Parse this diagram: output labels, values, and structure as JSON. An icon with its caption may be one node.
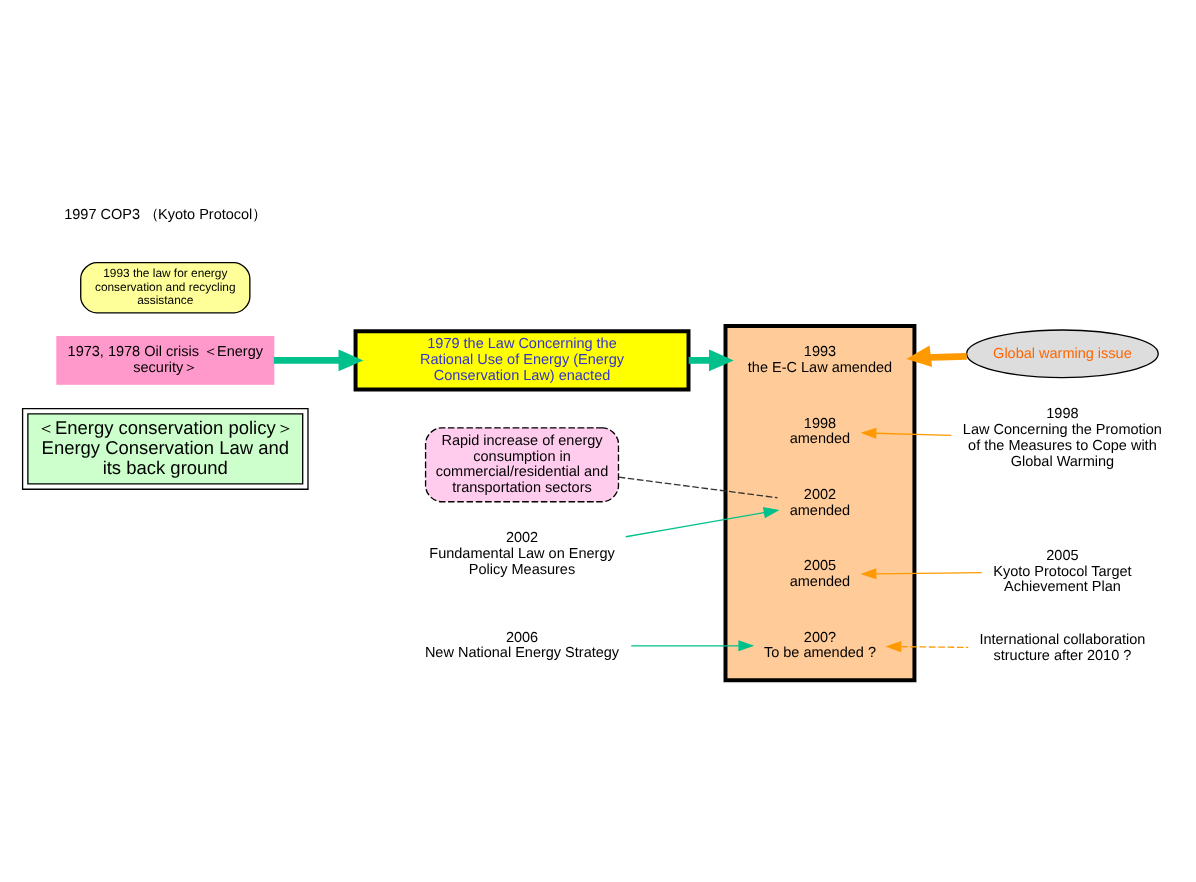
{
  "diagram": {
    "nodes": [
      {
        "text": [
          "＜Energy conservation policy＞",
          "Energy Conservation Law and its back ground"
        ]
      },
      {
        "text": [
          "1973, 1978 Oil crisis ＜Energy security＞"
        ]
      },
      {
        "text": [
          "1979 the Law Concerning the Rational Use of Energy (Energy Conservation Law) enacted"
        ]
      },
      {
        "text": [
          "Global warming issue"
        ]
      },
      {
        "text": [
          "1993 the law for energy conservation and recycling assistance"
        ]
      },
      {
        "text": [],
        "shape": "box"
      },
      {
        "text": [
          "1993",
          "the E-C Law amended"
        ],
        "in": 5
      },
      {
        "text": [
          "1998",
          "amended"
        ],
        "in": 5
      },
      {
        "text": [
          "2002",
          "amended"
        ],
        "in": 5
      },
      {
        "text": [
          "2005",
          "amended"
        ],
        "in": 5
      },
      {
        "text": [
          "200?",
          "To be amended ?"
        ],
        "in": 5
      },
      {
        "text": [
          "Rapid increase of energy consumption in commercial/residential and transportation sectors"
        ]
      },
      {
        "text": [
          "1998",
          "Law Concerning the Promotion of the Measures to Cope with Global Warming"
        ]
      },
      {
        "text": [
          "2002",
          "Fundamental Law on Energy Policy Measures"
        ]
      },
      {
        "text": [
          "2005",
          "Kyoto Protocol Target Achievement Plan"
        ]
      },
      {
        "text": [
          "2006",
          "New National Energy Strategy"
        ]
      },
      {
        "text": [
          "International collaboration structure after 2010 ?"
        ]
      }
    ],
    "edges": [
      {
        "from": 1,
        "to": 2,
        "arrow": "to",
        "style": "thick",
        "color": "#00c08b"
      },
      {
        "from": 2,
        "to": 5,
        "arrow": "to",
        "style": "thick",
        "color": "#00c08b"
      },
      {
        "from": 3,
        "to": 5,
        "arrow": "to",
        "style": "thick",
        "color": "#ff9900"
      },
      {
        "from": 11,
        "to": 8,
        "arrow": "none",
        "style": "dashed",
        "color": "#333333"
      },
      {
        "from": 12,
        "to": 7,
        "arrow": "to",
        "color": "#ff9900"
      },
      {
        "from": 13,
        "to": 8,
        "arrow": "to",
        "color": "#00c08b"
      },
      {
        "from": 14,
        "to": 9,
        "arrow": "to",
        "color": "#ff9900"
      },
      {
        "from": 15,
        "to": 10,
        "arrow": "to",
        "color": "#00c08b"
      },
      {
        "from": 16,
        "to": 10,
        "arrow": "to",
        "style": "dashed",
        "color": "#ff9900"
      }
    ],
    "labels": [
      "1997 COP3 （Kyoto Protocol）"
    ]
  }
}
